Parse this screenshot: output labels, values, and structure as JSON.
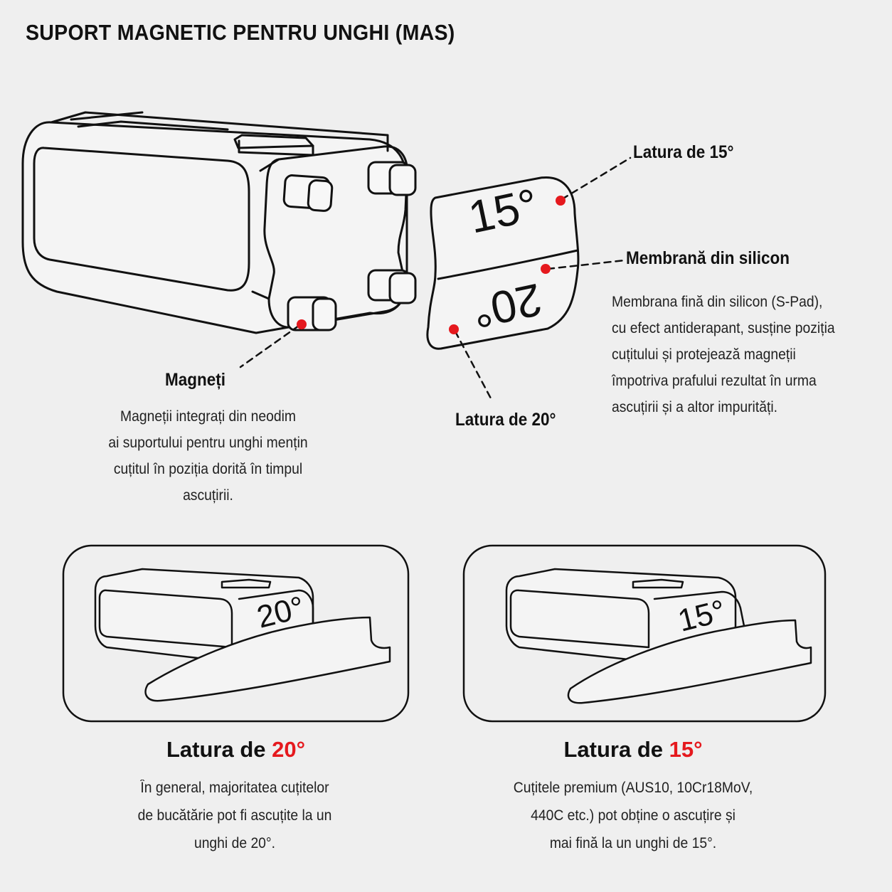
{
  "title": "SUPORT MAGNETIC PENTRU UNGHI (MAS)",
  "callouts": {
    "side15": "Latura de 15°",
    "membrane": "Membrană din silicon",
    "side20": "Latura de 20°",
    "magnets": "Magneți"
  },
  "descriptions": {
    "membrane": [
      "Membrana fină din silicon (S-Pad),",
      "cu efect antiderapant, susține poziția",
      "cuțitului și protejează magneții",
      "împotriva prafului rezultat în urma",
      "ascuțirii și a altor impurități."
    ],
    "magnets": [
      "Magneții integrați din neodim",
      "ai suportului pentru unghi mențin",
      "cuțitul în poziția dorită în timpul",
      "ascuțirii."
    ]
  },
  "pad_labels": {
    "top": "15°",
    "bottom": "20°"
  },
  "panels": {
    "left": {
      "angle_label": "20°",
      "heading_prefix": "Latura de ",
      "heading_value": "20°",
      "text": [
        "În general, majoritatea cuțitelor",
        "de bucătărie pot fi ascuțite la un",
        "unghi de 20°."
      ]
    },
    "right": {
      "angle_label": "15°",
      "heading_prefix": "Latura de ",
      "heading_value": "15°",
      "text": [
        "Cuțitele premium (AUS10, 10Cr18MoV,",
        "440C etc.) pot obține o ascuțire și",
        "mai fină la un unghi de 15°."
      ]
    }
  },
  "colors": {
    "accent": "#e5191e",
    "line": "#111111",
    "background": "#efefef"
  }
}
